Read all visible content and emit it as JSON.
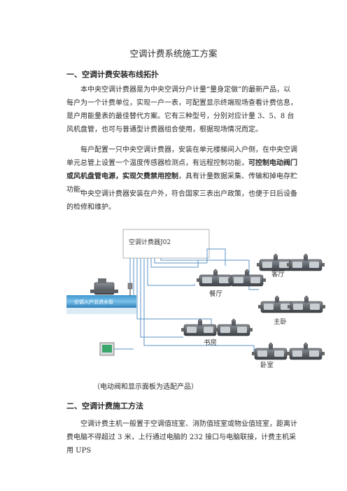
{
  "doc": {
    "title": "空调计费系统施工方案",
    "section1": {
      "heading": "一、空调计费安装布线拓扑",
      "p1": "本中央空调计费器是为中央空调分户计量“量身定做”的最新产品，以每户为一个计费单位，实现一户一表，可配置显示终端现场查看计费信息，是户用能量表的最佳替代方案。它有三种型号，分别对应计量 3、5、8 台风机盘管，也可与普通型计费器组合使用，根据现场情况而定。",
      "p2_a": "每户配置一只中央空调计费器，安装在单元楼梯间入户侧，在中央空调单元总管上设置一个温度传感器检测点，有远程控制功能，",
      "p2_bold": "可控制电动阀门或风机盘管电源，实现欠费禁用控制",
      "p2_b": "，具有计量数据采集、传输和掉电存贮功能。",
      "p3": "中央空调计费器安装在户外，符合国家三表出户政策，也便于日后设备的检修和维护。"
    },
    "diagram": {
      "controller_label": "空调计费器J02",
      "pipe_label": "空调入户总进水管",
      "rooms": [
        "客厅",
        "餐厅",
        "主卧",
        "书房",
        "卧室"
      ]
    },
    "caption": "（电动阀和显示面板为选配产品）",
    "section2": {
      "heading": "二、空调计费施工方法",
      "p1": "空调计费主机一般置于空调值班室、消防值班室或物业值班室，距离计费电脑不得超过 3 米，上行通过电脑的 232 接口与电脑联接，计费主机采用 UPS"
    }
  }
}
